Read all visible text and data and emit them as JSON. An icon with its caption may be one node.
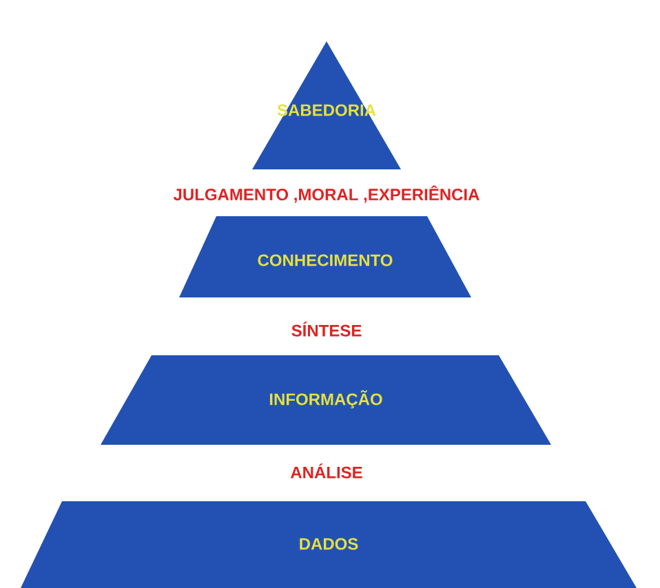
{
  "diagram": {
    "nodes": [
      {
        "text": [
          "SABEDORIA"
        ]
      },
      {
        "text": [
          "CONHECIMENTO"
        ]
      },
      {
        "text": [
          "INFORMAÇÃO"
        ]
      },
      {
        "text": [
          "DADOS"
        ]
      }
    ],
    "labels": [
      "JULGAMENTO ,MORAL ,EXPERIÊNCIA",
      "SÍNTESE",
      "ANÁLISE"
    ]
  }
}
